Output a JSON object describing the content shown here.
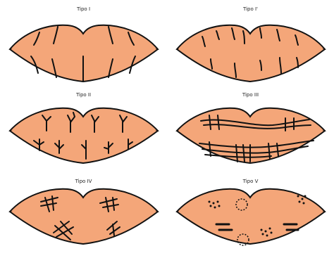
{
  "colors": {
    "lip_fill": "#F4A679",
    "ink": "#111111",
    "background": "#ffffff"
  },
  "panels": [
    {
      "id": "tipo-1",
      "label": "Tipo I"
    },
    {
      "id": "tipo-1-prime",
      "label": "Tipo I'"
    },
    {
      "id": "tipo-2",
      "label": "Tipo II"
    },
    {
      "id": "tipo-3",
      "label": "Tipo III"
    },
    {
      "id": "tipo-4",
      "label": "Tipo IV"
    },
    {
      "id": "tipo-5",
      "label": "Tipo V"
    }
  ]
}
